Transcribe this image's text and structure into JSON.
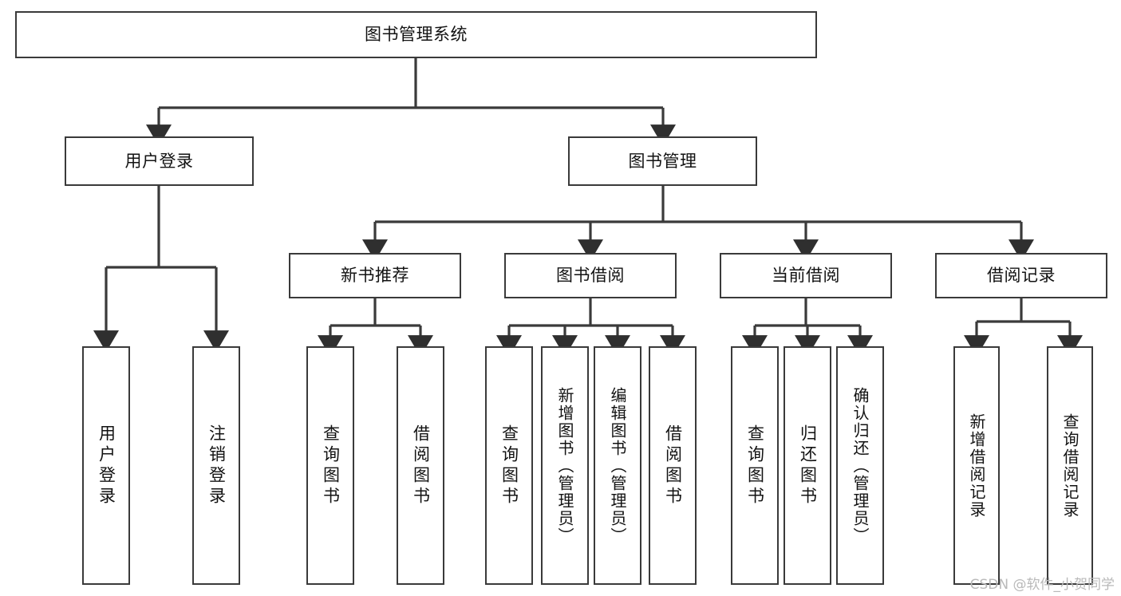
{
  "diagram": {
    "title": "图书管理系统",
    "type": "tree-hierarchy-diagram",
    "watermark": "CSDN @软件_小贺同学",
    "colors": {
      "box_border": "#3a3a3a",
      "box_fill": "#ffffff",
      "connector": "#3a3a3a",
      "text": "#121212",
      "watermark": "#b9b9b9",
      "background": "#ffffff"
    },
    "root": {
      "label": "图书管理系统"
    },
    "level2": [
      {
        "label": "用户登录"
      },
      {
        "label": "图书管理"
      }
    ],
    "level3": [
      {
        "label": "新书推荐"
      },
      {
        "label": "图书借阅"
      },
      {
        "label": "当前借阅"
      },
      {
        "label": "借阅记录"
      }
    ],
    "leaves": {
      "user_login": [
        {
          "label": "用户登录"
        },
        {
          "label": "注销登录"
        }
      ],
      "new_book_recommend": [
        {
          "label": "查询图书"
        },
        {
          "label": "借阅图书"
        }
      ],
      "book_borrow": [
        {
          "label": "查询图书"
        },
        {
          "label": "新增图书（管理员）"
        },
        {
          "label": "编辑图书（管理员）"
        },
        {
          "label": "借阅图书"
        }
      ],
      "current_borrow": [
        {
          "label": "查询图书"
        },
        {
          "label": "归还图书"
        },
        {
          "label": "确认归还（管理员）"
        }
      ],
      "borrow_record": [
        {
          "label": "新增借阅记录"
        },
        {
          "label": "查询借阅记录"
        }
      ]
    }
  }
}
